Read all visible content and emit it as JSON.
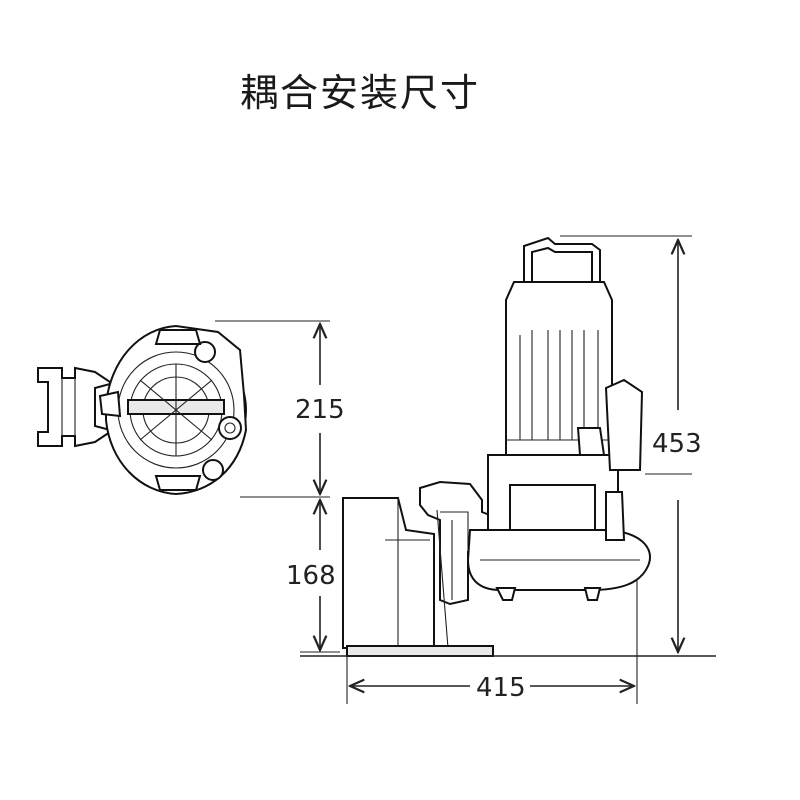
{
  "title": "耦合安装尺寸",
  "dimensions": {
    "top_view_height": "215",
    "base_height": "168",
    "total_height": "453",
    "base_width": "415"
  }
}
